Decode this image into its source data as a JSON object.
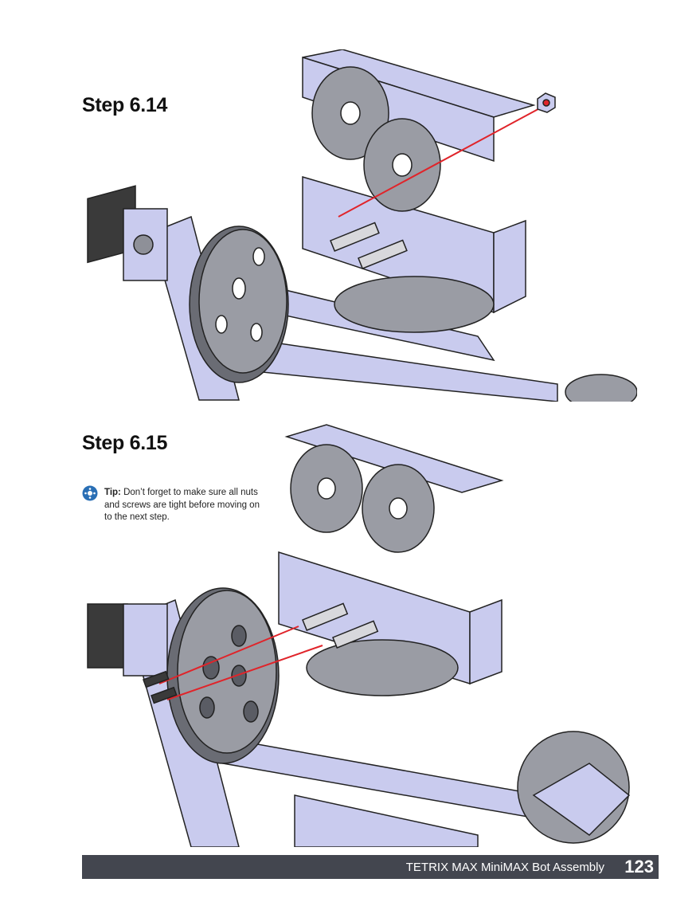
{
  "steps": [
    {
      "title": "Step 6.14"
    },
    {
      "title": "Step 6.15"
    }
  ],
  "tip": {
    "label": "Tip:",
    "text": " Don’t forget to make sure all nuts and screws are tight before moving on to the next step.",
    "icon": "tip-icon"
  },
  "footer": {
    "title": "TETRIX MAX MiniMAX Bot Assembly",
    "page_number": "123"
  },
  "colors": {
    "metal": "#c9cbee",
    "gear": "#8e9098",
    "arrow": "#e0242a",
    "footer_bg": "#43464f",
    "tip_blue": "#2a6fb5"
  }
}
